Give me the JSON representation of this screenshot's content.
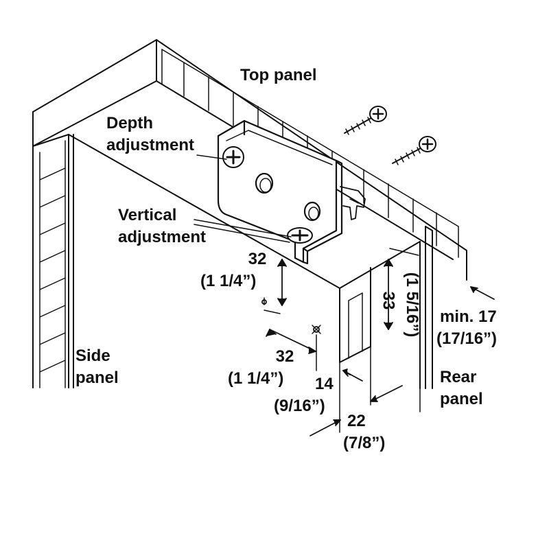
{
  "labels": {
    "top_panel": "Top panel",
    "depth_adjustment_line1": "Depth",
    "depth_adjustment_line2": "adjustment",
    "vertical_adjustment_line1": "Vertical",
    "vertical_adjustment_line2": "adjustment",
    "side_panel_line1": "Side",
    "side_panel_line2": "panel",
    "rear_panel_line1": "Rear",
    "rear_panel_line2": "panel"
  },
  "dimensions": {
    "vertical_hole_spacing_mm": "32",
    "vertical_hole_spacing_in": "(1 1/4”)",
    "horizontal_hole_spacing_mm": "32",
    "horizontal_hole_spacing_in": "(1 1/4”)",
    "edge_offset_mm": "14",
    "edge_offset_in": "(9/16”)",
    "depth_offset_mm": "22",
    "depth_offset_in": "(7/8”)",
    "height_mm": "33",
    "height_in": "(1 5/16”)",
    "min_gap_mm": "min. 17",
    "min_gap_in": "(17/16”)"
  },
  "colors": {
    "line": "#111111",
    "background": "#ffffff"
  }
}
